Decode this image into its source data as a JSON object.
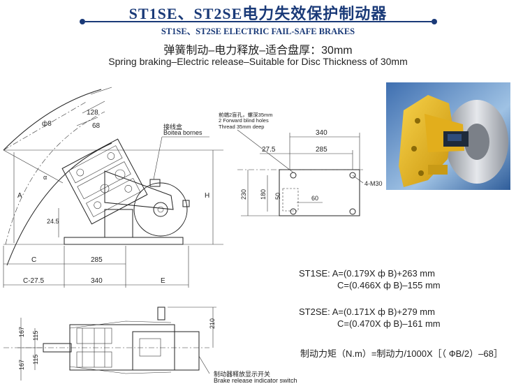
{
  "header": {
    "title_cn": "ST1SE、ST2SE电力失效保护制动器",
    "title_en": "ST1SE、ST2SE ELECTRIC FAIL-SAFE BRAKES",
    "subtitle_cn": "弹簧制动–电力释放–适合盘厚：30mm",
    "subtitle_en": "Spring braking–Electric release–Suitable for Disc Thickness of 30mm"
  },
  "drawing": {
    "dims": {
      "d128": "128",
      "d68": "68",
      "phi8": "ф8",
      "alpha": "α",
      "A": "A",
      "H": "H",
      "d24_5": "24.5",
      "C": "C",
      "d285": "285",
      "C_minus": "C-27.5",
      "d340": "340",
      "E": "E",
      "d167_top": "167",
      "d115_top": "115",
      "d115_bot": "115",
      "d167_bot": "167",
      "d210": "210",
      "m340": "340",
      "m27_5": "27.5",
      "m285": "285",
      "m230": "230",
      "m180": "180",
      "m50": "50",
      "m60": "60",
      "m4M30": "4-M30"
    },
    "labels": {
      "terminal_cn": "接线盒",
      "terminal_en": "Boitea bornes",
      "holes_cn": "前端2盲孔，螺深35mm",
      "holes_en1": "2 Forward blind holes",
      "holes_en2": "Thread 35mm deep",
      "switch_cn": "制动器释放显示开关",
      "switch_en": "Brake release indicator switch"
    }
  },
  "formulas": {
    "st1se_a": "ST1SE:  A=(0.179X ф B)+263  mm",
    "st1se_c": "C=(0.466X ф B)–155  mm",
    "st2se_a": "ST2SE:  A=(0.171X ф B)+279  mm",
    "st2se_c": "C=(0.470X ф B)–161  mm",
    "torque": "制动力矩（N.m）=制动力/1000X［（ ФB/2）–68］"
  },
  "colors": {
    "title": "#1a3a78",
    "brake_body": "#e8b81a",
    "disc": "#b8bcc4"
  }
}
